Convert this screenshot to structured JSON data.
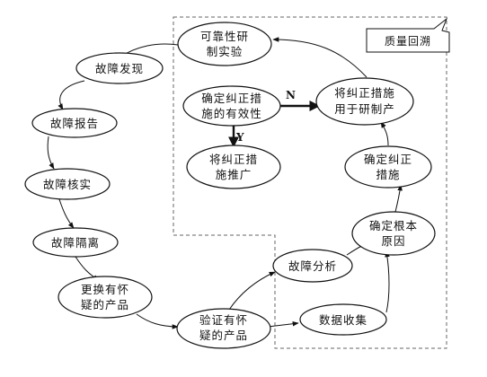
{
  "callout": {
    "label": "质量回溯"
  },
  "nodes": {
    "discover": {
      "lines": [
        "故障发现"
      ]
    },
    "report": {
      "lines": [
        "故障报告"
      ]
    },
    "verify": {
      "lines": [
        "故障核实"
      ]
    },
    "isolate": {
      "lines": [
        "故障隔离"
      ]
    },
    "replace": {
      "lines": [
        "更换有怀",
        "疑的产品"
      ]
    },
    "validate": {
      "lines": [
        "验证有怀",
        "疑的产品"
      ]
    },
    "analysis": {
      "lines": [
        "故障分析"
      ]
    },
    "collect": {
      "lines": [
        "数据收集"
      ]
    },
    "rootcause": {
      "lines": [
        "确定根本",
        "原因"
      ]
    },
    "corrective": {
      "lines": [
        "确定纠正",
        "措施"
      ]
    },
    "applydev": {
      "lines": [
        "将纠正措施",
        "用于研制产"
      ]
    },
    "reliability": {
      "lines": [
        "可靠性研",
        "制实验"
      ]
    },
    "effective": {
      "lines": [
        "确定纠正措",
        "施的有效性"
      ]
    },
    "promote": {
      "lines": [
        "将纠正措",
        "施推广"
      ]
    }
  },
  "edge_labels": {
    "no": "N",
    "yes": "Y"
  }
}
